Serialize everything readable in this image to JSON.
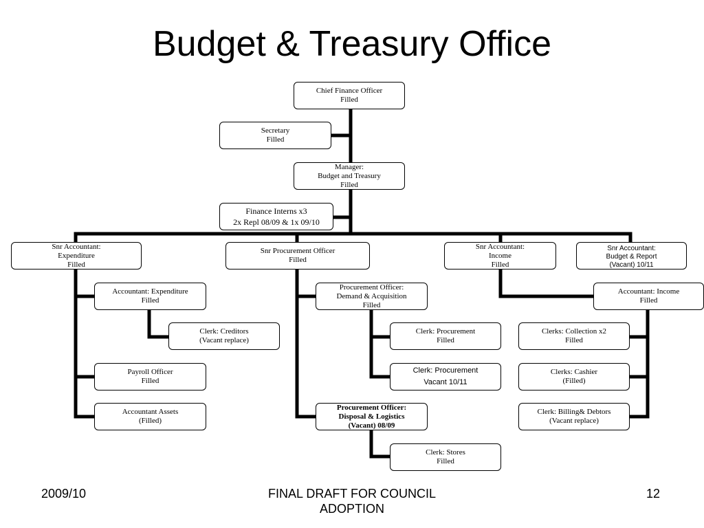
{
  "title": "Budget & Treasury Office",
  "nodes": {
    "cfo": [
      "Chief Finance Officer",
      "Filled"
    ],
    "secretary": [
      "Secretary",
      "Filled"
    ],
    "manager": [
      "Manager:",
      "Budget and Treasury",
      "Filled"
    ],
    "interns": [
      "Finance Interns x3",
      "2x Repl 08/09 & 1x 09/10"
    ],
    "snr_exp": [
      "Snr Accountant:",
      "Expenditure",
      "Filled"
    ],
    "snr_proc": [
      "Snr Procurement Officer",
      "Filled"
    ],
    "snr_income": [
      "Snr Accountant:",
      "Income",
      "Filled"
    ],
    "snr_budget": [
      "Snr Accountant:",
      "Budget  & Report",
      "(Vacant) 10/11"
    ],
    "acc_exp": [
      "Accountant: Expenditure",
      "Filled"
    ],
    "clerk_creditors": [
      "Clerk: Creditors",
      "(Vacant replace)"
    ],
    "payroll": [
      "Payroll Officer",
      "Filled"
    ],
    "assets": [
      "Accountant Assets",
      "(Filled)"
    ],
    "proc_demand": [
      "Procurement Officer:",
      "Demand & Acquisition",
      "Filled"
    ],
    "clerk_proc1": [
      "Clerk: Procurement",
      "Filled"
    ],
    "clerk_proc2": [
      "Clerk: Procurement",
      "Vacant 10/11"
    ],
    "proc_disposal": [
      "Procurement Officer:",
      "Disposal & Logistics",
      "(Vacant) 08/09"
    ],
    "clerk_stores": [
      "Clerk: Stores",
      "Filled"
    ],
    "acc_income": [
      "Accountant: Income",
      "Filled"
    ],
    "clerks_collection": [
      "Clerks: Collection x2",
      "Filled"
    ],
    "clerks_cashier": [
      "Clerks: Cashier",
      "(Filled)"
    ],
    "clerk_billing": [
      "Clerk: Billing& Debtors",
      "(Vacant replace)"
    ]
  },
  "footer": {
    "left": "2009/10",
    "center_line1": "FINAL DRAFT FOR COUNCIL",
    "center_line2": "ADOPTION",
    "right": "12"
  }
}
